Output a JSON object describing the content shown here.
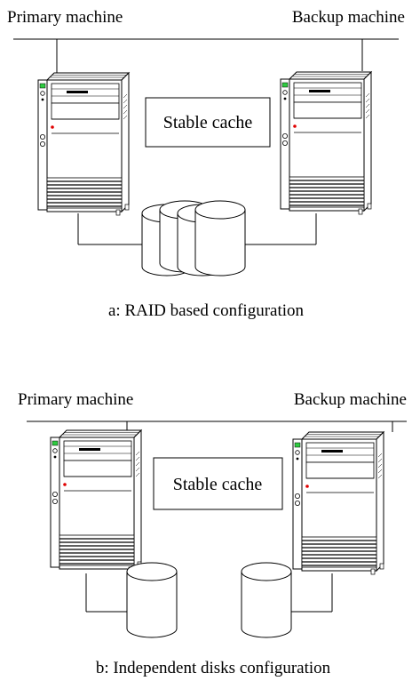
{
  "diagrams": [
    {
      "primary_label": "Primary machine",
      "backup_label": "Backup machine",
      "cache_label": "Stable cache",
      "caption": "a: RAID based configuration"
    },
    {
      "primary_label": "Primary machine",
      "backup_label": "Backup machine",
      "cache_label": "Stable cache",
      "caption": "b: Independent disks configuration"
    }
  ],
  "colors": {
    "line": "#000000",
    "fill": "#ffffff",
    "led": "#2ecc40",
    "power": "#e00000"
  }
}
